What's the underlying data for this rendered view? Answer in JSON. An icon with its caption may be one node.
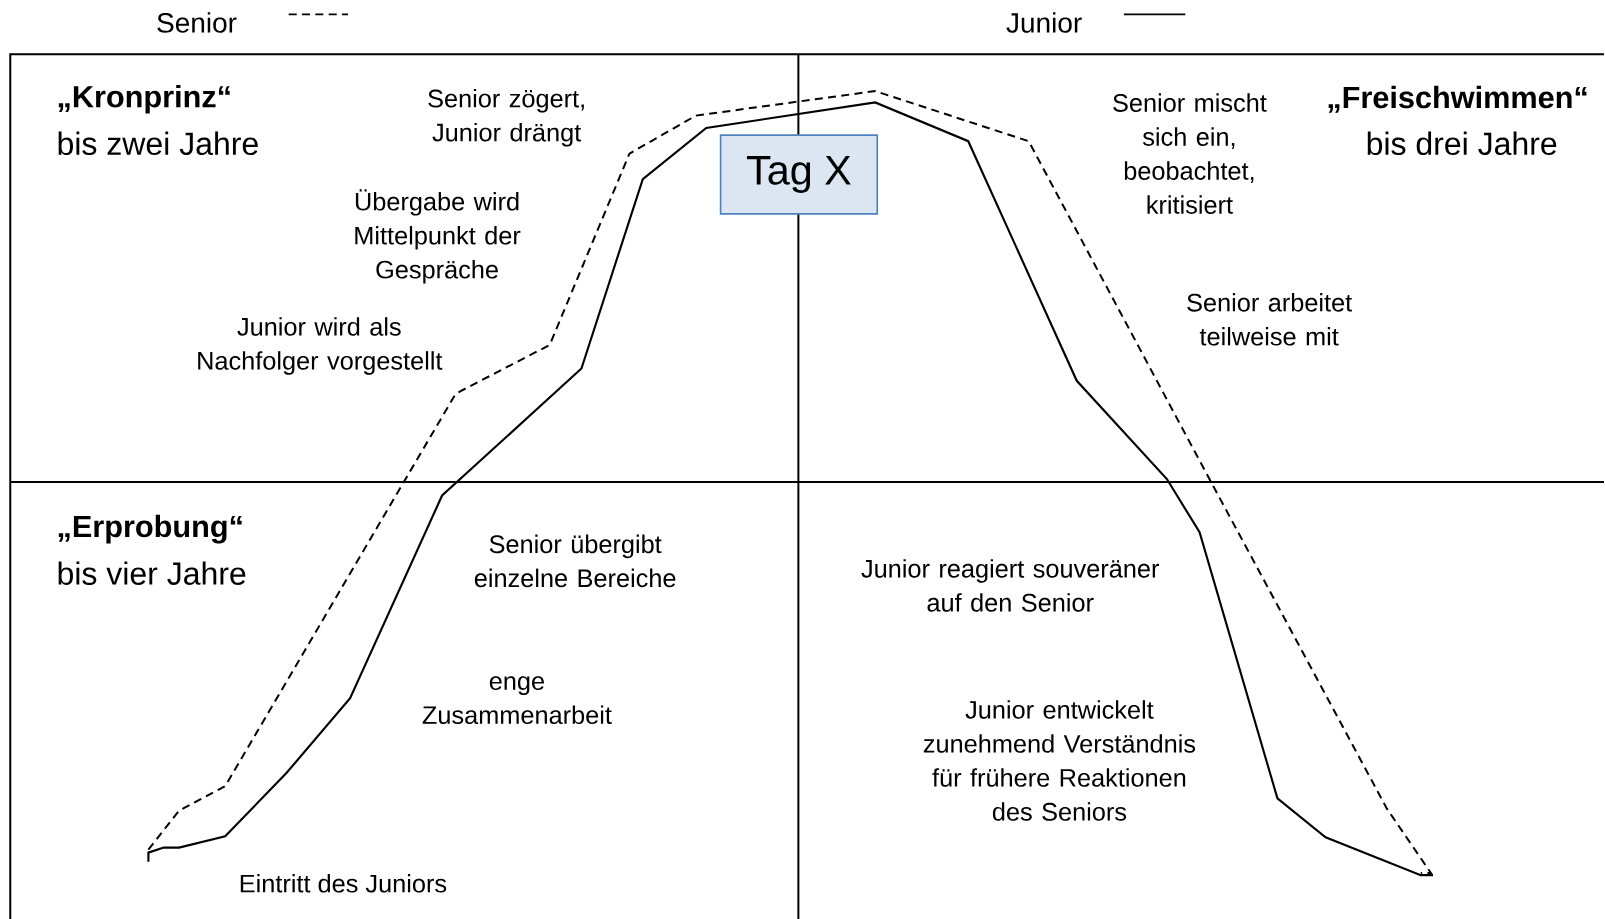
{
  "diagram": {
    "nodes": [
      {
        "text": [
          "Tag X"
        ]
      }
    ],
    "labels": [
      "„Kronprinz“",
      "bis zwei Jahre",
      "Senior zögert, Junior drängt",
      "Übergabe wird Mittelpunkt der Gespräche",
      "Junior wird als Nachfolger vorgestellt",
      "Senior mischt sich ein, beobachtet, kritisiert",
      "„Freischwimmen“",
      "bis drei Jahre",
      "Senior arbeitet teilweise mit",
      "„Erprobung“",
      "bis vier Jahre",
      "Senior übergibt einzelne Bereiche",
      "Junior reagiert souveräner auf den Senior",
      "enge Zusammenarbeit",
      "Junior entwickelt zunehmend Verständnis für frühere Reaktionen des Seniors",
      "Eintritt des Juniors"
    ],
    "legend": [
      {
        "text": "Senior"
      },
      {
        "text": "Junior"
      }
    ]
  }
}
